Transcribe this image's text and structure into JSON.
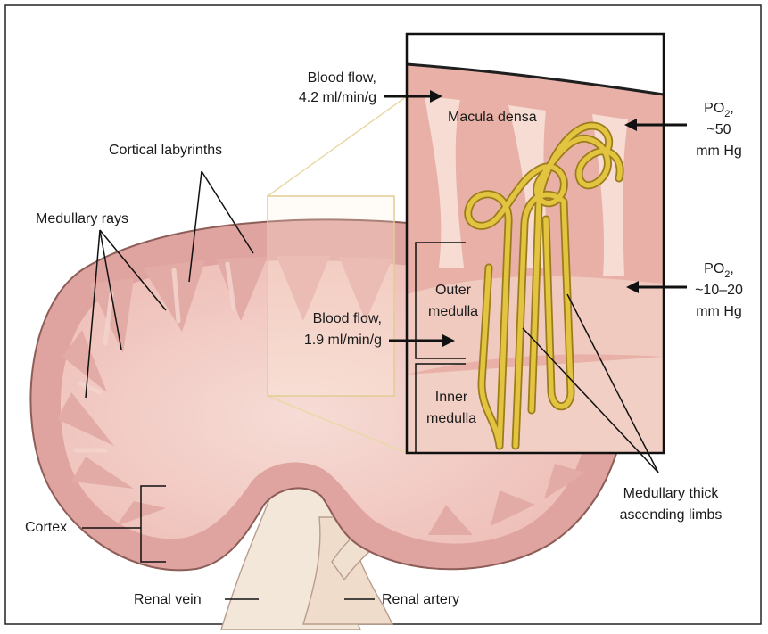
{
  "labels": {
    "medullary_rays": "Medullary rays",
    "cortical_labyrinths": "Cortical labyrinths",
    "cortex": "Cortex",
    "renal_vein": "Renal vein",
    "renal_artery": "Renal artery",
    "blood_flow_cortex_l1": "Blood flow,",
    "blood_flow_cortex_l2": "4.2 ml/min/g",
    "blood_flow_medulla_l1": "Blood flow,",
    "blood_flow_medulla_l2": "1.9 ml/min/g",
    "macula_densa": "Macula densa",
    "outer_medulla_l1": "Outer",
    "outer_medulla_l2": "medulla",
    "inner_medulla_l1": "Inner",
    "inner_medulla_l2": "medulla",
    "po2_label": "PO",
    "po2_sub": "2",
    "po2_comma": ",",
    "po2_cortex_value": "~50",
    "po2_medulla_value": "~10–20",
    "mmhg": "mm Hg",
    "thick_limbs_l1": "Medullary thick",
    "thick_limbs_l2": "ascending limbs"
  },
  "colors": {
    "kidney_outer": "#dfa3a0",
    "cortex": "#e6b2ad",
    "medulla_pale": "#f3d5cd",
    "inset_cortex": "#e8b0a6",
    "inset_band": "#f4d8cd",
    "vessels": "#f2e6d8",
    "tubule": "#e2c441",
    "tubule_dark": "#9b7c1a",
    "zoom_guide": "#e9d9a8"
  }
}
